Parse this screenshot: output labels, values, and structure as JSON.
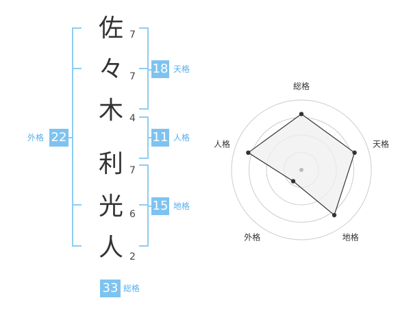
{
  "name": {
    "characters": [
      {
        "char": "佐",
        "strokes": "7"
      },
      {
        "char": "々",
        "strokes": "7"
      },
      {
        "char": "木",
        "strokes": "4"
      },
      {
        "char": "利",
        "strokes": "7"
      },
      {
        "char": "光",
        "strokes": "6"
      },
      {
        "char": "人",
        "strokes": "2"
      }
    ]
  },
  "fortune": {
    "tenkaku": {
      "label": "天格",
      "value": "18"
    },
    "jinkaku": {
      "label": "人格",
      "value": "11"
    },
    "chikaku": {
      "label": "地格",
      "value": "15"
    },
    "gaikaku": {
      "label": "外格",
      "value": "22"
    },
    "soukaku": {
      "label": "総格",
      "value": "33"
    }
  },
  "chart_data": {
    "type": "radar",
    "axes": [
      "総格",
      "天格",
      "地格",
      "外格",
      "人格"
    ],
    "values": [
      0.8,
      0.8,
      0.8,
      0.2,
      0.8
    ],
    "range": [
      0,
      1
    ],
    "rings": 4,
    "colors": {
      "fill": "#efefef",
      "stroke": "#333333",
      "grid": "#cccccc",
      "point": "#333333",
      "center": "#bbbbbb"
    }
  }
}
